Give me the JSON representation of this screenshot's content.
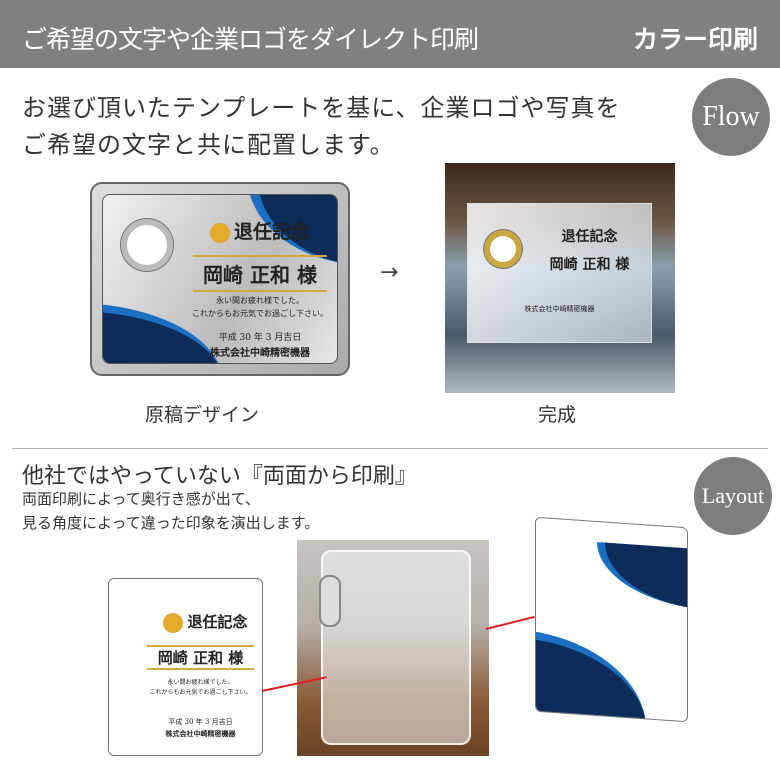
{
  "header": {
    "title": "ご希望の文字や企業ロゴをダイレクト印刷",
    "tag": "カラー印刷"
  },
  "flow": {
    "line1": "お選び頂いたテンプレートを基に、企業ロゴや写真を",
    "line2": "ご希望の文字と共に配置します。",
    "badge": "Flow",
    "arrow": "→",
    "design_label": "原稿デザイン",
    "done_label": "完成"
  },
  "plate": {
    "title": "退任記念",
    "name": "岡崎 正和 様",
    "msg1": "永い間お疲れ様でした。",
    "msg2": "これからもお元気でお過ごし下さい。",
    "date": "平成 30 年 3 月吉日",
    "company": "株式会社中崎精密機器"
  },
  "layout": {
    "title": "他社ではやっていない『両面から印刷』",
    "line1": "両面印刷によって奥行き感が出て、",
    "line2": "見る角度によって違った印象を演出します。",
    "badge": "Layout"
  },
  "colors": {
    "header": "#808080",
    "navy": "#0d2c5a",
    "blue": "#1a6fc2",
    "gold": "#e2a92b",
    "arrow": "#e02020"
  }
}
